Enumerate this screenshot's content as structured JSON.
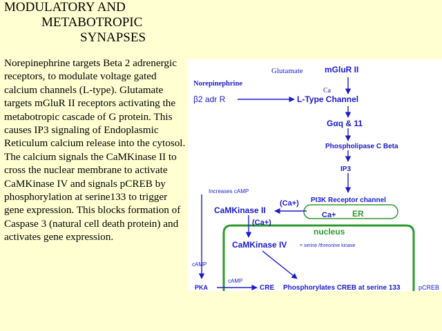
{
  "title": {
    "line1": "MODULATORY AND",
    "line2": "METABOTROPIC",
    "line3": "SYNAPSES"
  },
  "description": "Norepinephrine targets Beta  2 adrenergic receptors, to modulate voltage gated calcium channels (L-type).  Glutamate targets mGluR II receptors activating the metabotropic cascade of  G protein.  This causes IP3 signaling of  Endoplasmic Reticulum calcium release into the cytosol.   The calcium signals the CaMKinase II to cross  the nuclear membrane to activate CaMKinase IV and signals pCREB by phosphorylation at serine133 to trigger gene expression.  This blocks formation of Caspase 3 (natural cell death protein) and activates gene expression.",
  "diagram": {
    "glutamate": "Glutamate",
    "mglur": "mGluR II",
    "norepinephrine": "Norepinephrine",
    "b2_receptor": "β2 adr R",
    "ca_small": "Ca",
    "l_type": "L-Type Channel",
    "g_protein": "Gαq & 11",
    "plc": "Phospholipase C Beta",
    "ip3": "IP3",
    "increases_camp": "Increases cAMP",
    "ca_plus_1": "(Ca+)",
    "pi3k": "PI3K  Receptor channel",
    "camk2": "CaMKinase II",
    "er_ca": "Ca+",
    "er": "ER",
    "ca_plus_2": "(Ca+)",
    "nucleus": "nucleus",
    "camk4": "CaMKinase IV",
    "serine_note": "= serine /threonine kinase",
    "camp_left": "cAMP",
    "camp_mid": "cAMP",
    "pka": "PKA",
    "cre": "CRE",
    "phospho": "Phosphorylates CREB at serine 133",
    "pcreb": "pCREB"
  },
  "colors": {
    "background": "#FFFFD2",
    "diagram_text": "#1A1ACC",
    "nucleus_green": "#2E9A2E"
  }
}
